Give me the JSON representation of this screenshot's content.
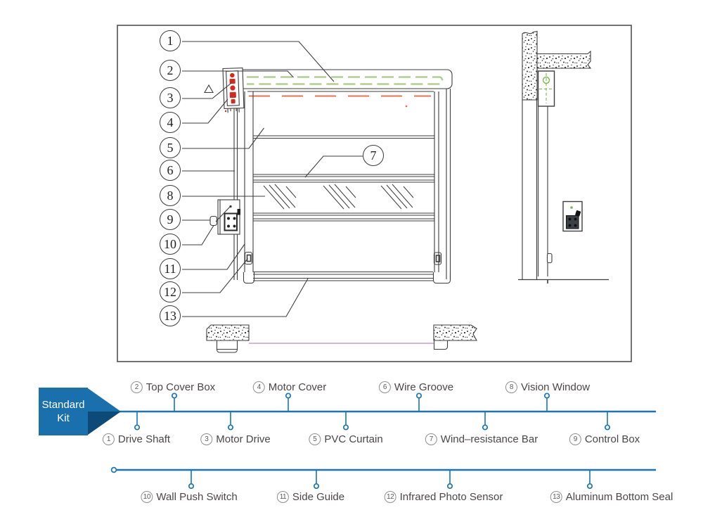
{
  "diagram": {
    "callouts": [
      {
        "num": "1"
      },
      {
        "num": "2"
      },
      {
        "num": "3"
      },
      {
        "num": "4"
      },
      {
        "num": "5"
      },
      {
        "num": "6"
      },
      {
        "num": "7"
      },
      {
        "num": "8"
      },
      {
        "num": "9"
      },
      {
        "num": "10"
      },
      {
        "num": "11"
      },
      {
        "num": "12"
      },
      {
        "num": "13"
      }
    ]
  },
  "legend": {
    "kit_label": "Standard Kit",
    "row1_top": [
      {
        "num": "2",
        "label": "Top Cover Box"
      },
      {
        "num": "4",
        "label": "Motor Cover"
      },
      {
        "num": "6",
        "label": "Wire Groove"
      },
      {
        "num": "8",
        "label": "Vision Window"
      }
    ],
    "row1_bottom": [
      {
        "num": "1",
        "label": "Drive Shaft"
      },
      {
        "num": "3",
        "label": "Motor Drive"
      },
      {
        "num": "5",
        "label": "PVC Curtain"
      },
      {
        "num": "7",
        "label": "Wind–resistance Bar"
      },
      {
        "num": "9",
        "label": "Control Box"
      }
    ],
    "row2": [
      {
        "num": "10",
        "label": "Wall Push Switch"
      },
      {
        "num": "11",
        "label": "Side Guide"
      },
      {
        "num": "12",
        "label": "Infrared Photo Sensor"
      },
      {
        "num": "13",
        "label": "Aluminum Bottom Seal"
      }
    ]
  },
  "colors": {
    "legend_blue": "#1b74b4",
    "kit_badge_blue": "#1a6fad",
    "kit_badge_dark_blue": "#0d4a78",
    "roller_green": "#a8cd81",
    "side_green": "#7ab74d",
    "limit_red": "#f15f3a",
    "brand_label_red": "#d6281c",
    "sensor_purple": "#c89fd0",
    "line_dark": "#3d3d3d"
  }
}
